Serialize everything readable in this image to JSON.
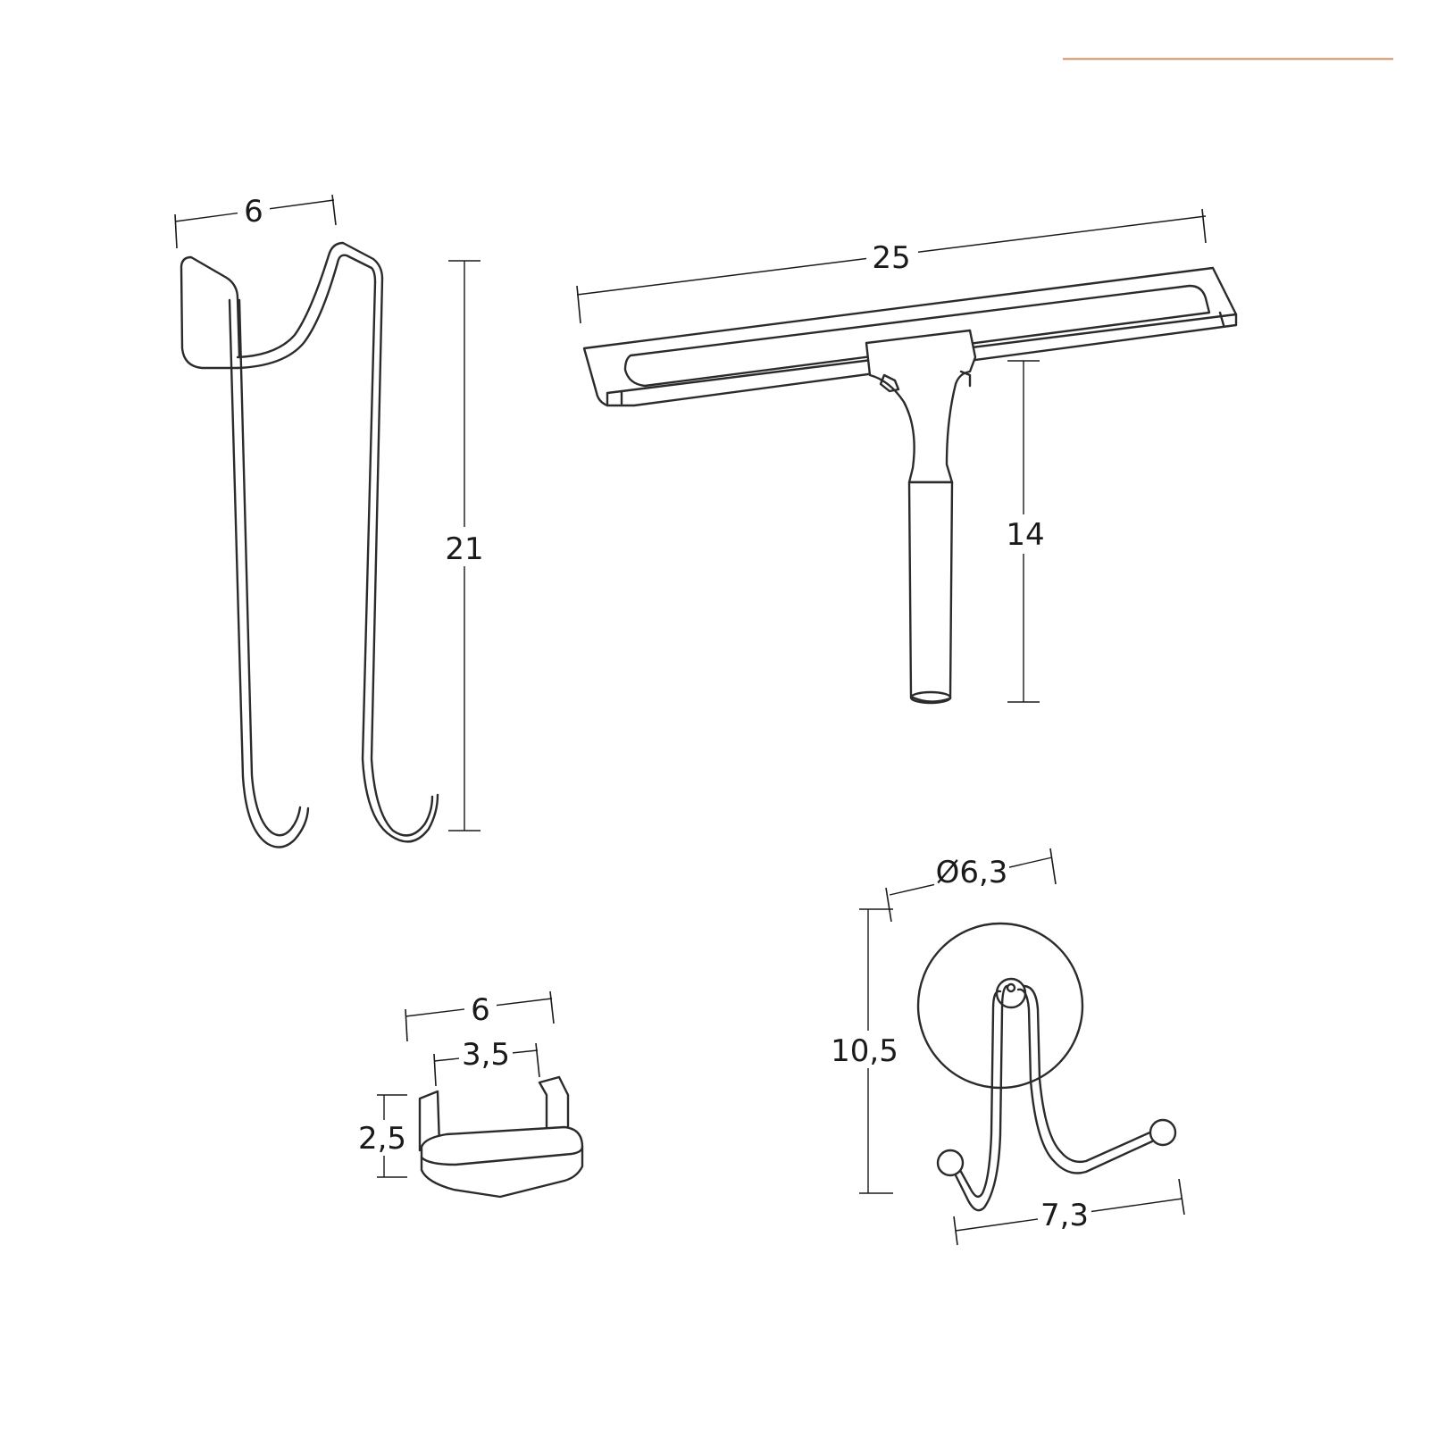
{
  "accent_color": "#d9a98a",
  "line_color": "#2b2b2b",
  "dimensions": {
    "over_door_hook_width": "6",
    "over_door_hook_height": "21",
    "squeegee_width": "25",
    "squeegee_height": "14",
    "clip_width_outer": "6",
    "clip_width_inner": "3,5",
    "clip_height": "2,5",
    "suction_hook_diameter": "Ø6,3",
    "suction_hook_height": "10,5",
    "suction_hook_width": "7,3"
  },
  "parts": [
    {
      "id": "over-door-hook",
      "icon": "double-hook-icon"
    },
    {
      "id": "squeegee",
      "icon": "squeegee-icon"
    },
    {
      "id": "glass-clip",
      "icon": "clip-icon"
    },
    {
      "id": "suction-hook",
      "icon": "suction-cup-hook-icon"
    }
  ]
}
